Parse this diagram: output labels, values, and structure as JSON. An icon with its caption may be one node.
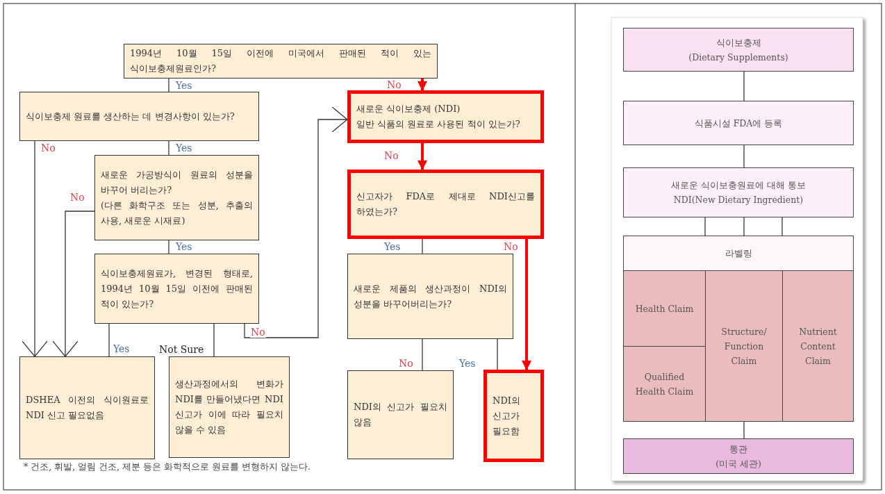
{
  "diagram": {
    "nodes": [
      {
        "text": [
          "1994년 10월 15일 이전에 미국에서 판매된 적이 있는 식이보충제원료인가?"
        ]
      },
      {
        "text": [
          "식이보충제 원료를 생산하는 데 변경사항이 있는가?"
        ]
      },
      {
        "text": [
          "새로운 가공방식이 원료의 성분을 바꾸어 버리는가?",
          "(다른 화학구조 또는 성분, 추출의 사용, 새로운 시재료)"
        ]
      },
      {
        "text": [
          "식이보충제원료가, 변경된 형태로, 1994년 10월 15일 이전에 판매된 적이 있는가?"
        ]
      },
      {
        "text": [
          "DSHEA 이전의 식이원료로 NDI 신고 필요없음"
        ]
      },
      {
        "text": [
          "생산과정에서의 변화가 NDI를 만들어냈다면 NDI 신고가 이에 따라 필요치 않을 수 있음"
        ]
      },
      {
        "text": [
          "새로운 식이보충제 (NDI)",
          "일반 식품의 원료로 사용된 적이 있는가?"
        ]
      },
      {
        "text": [
          "신고자가 FDA로 제대로 NDI신고를 하였는가?"
        ]
      },
      {
        "text": [
          "새로운 제품의 생산과정이 NDI의 성분을 바꾸어버리는가?"
        ]
      },
      {
        "text": [
          "NDI의 신고가 필요치 않음"
        ]
      },
      {
        "text": [
          "NDI의 신고가 필요함"
        ]
      },
      {
        "text": [
          "식이보충제",
          "(Dietary Supplements)"
        ]
      },
      {
        "text": [
          "식품시설 FDA에 등록"
        ]
      },
      {
        "text": [
          "새로운 식이보충원료에 대해 통보",
          "NDI(New Dietary Ingredient)"
        ]
      },
      {
        "text": [
          "라벨링"
        ]
      },
      {
        "text": [
          "Health Claim"
        ]
      },
      {
        "text": [
          "Qualified Health Claim"
        ]
      },
      {
        "text": [
          "Structure/ Function Claim"
        ]
      },
      {
        "text": [
          "Nutrient Content Claim"
        ]
      },
      {
        "text": [
          "통관",
          "(미국 세관)"
        ]
      }
    ],
    "edges": [
      {
        "from": 0,
        "to": 1,
        "arrow": "none",
        "label": "Yes"
      },
      {
        "from": 0,
        "to": 6,
        "arrow": "to",
        "label": "No",
        "style": "thick",
        "color": "#ff0000"
      },
      {
        "from": 1,
        "to": 2,
        "arrow": "none",
        "label": "Yes"
      },
      {
        "from": 1,
        "to": 4,
        "arrow": "to",
        "label": "No"
      },
      {
        "from": 2,
        "to": 4,
        "arrow": "to",
        "label": "No"
      },
      {
        "from": 2,
        "to": 3,
        "arrow": "none",
        "label": "Yes"
      },
      {
        "from": 3,
        "to": 4,
        "arrow": "none",
        "label": "Yes"
      },
      {
        "from": 3,
        "to": 5,
        "arrow": "none",
        "label": "Not Sure"
      },
      {
        "from": 3,
        "to": 6,
        "arrow": "to",
        "label": "No"
      },
      {
        "from": 6,
        "to": 7,
        "arrow": "to",
        "label": "No",
        "style": "thick",
        "color": "#ff0000"
      },
      {
        "from": 7,
        "to": 8,
        "arrow": "none",
        "label": "Yes"
      },
      {
        "from": 7,
        "to": 10,
        "arrow": "to",
        "label": "No",
        "style": "thick",
        "color": "#ff0000"
      },
      {
        "from": 8,
        "to": 9,
        "arrow": "none",
        "label": "No"
      },
      {
        "from": 8,
        "to": 10,
        "arrow": "none",
        "label": "Yes"
      },
      {
        "from": 11,
        "to": 12,
        "arrow": "none"
      },
      {
        "from": 12,
        "to": 13,
        "arrow": "none"
      },
      {
        "from": 13,
        "to": 14,
        "arrow": "none"
      },
      {
        "from": 13,
        "to": 14,
        "arrow": "none"
      },
      {
        "from": 13,
        "to": 14,
        "arrow": "none"
      },
      {
        "from": 17,
        "to": 19,
        "arrow": "none"
      }
    ],
    "labels": [
      "* 건조, 휘발, 얼림 건조, 제분 등은 화학적으로 원료를 변형하지 않는다."
    ]
  }
}
